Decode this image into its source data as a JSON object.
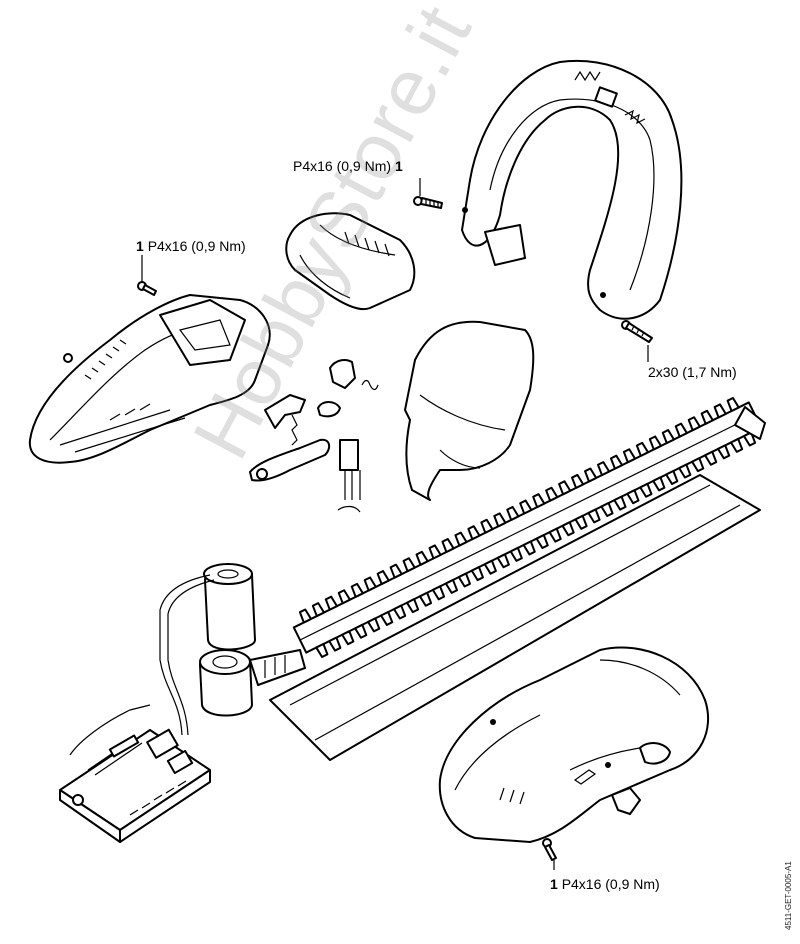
{
  "labels": {
    "screw_top_center": {
      "spec": "P4x16 (0,9 Nm)",
      "qty": "1"
    },
    "screw_left": {
      "qty": "1",
      "spec": "P4x16 (0,9 Nm)"
    },
    "screw_right": {
      "spec": "2x30 (1,7 Nm)"
    },
    "screw_bottom": {
      "qty": "1",
      "spec": "P4x16 (0,9 Nm)"
    }
  },
  "document_id": "4511-GET-0005-A1",
  "watermark": "HobbyStore.it"
}
